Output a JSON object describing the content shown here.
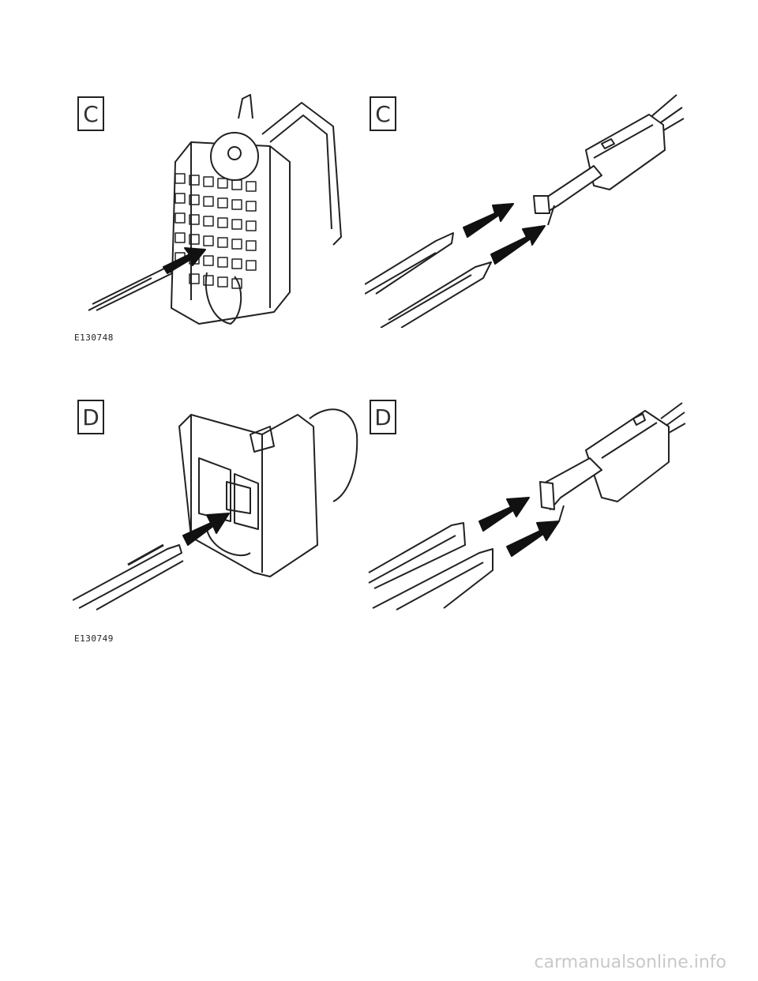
{
  "figures": [
    {
      "panels": [
        {
          "label": "C",
          "illustration": "multi-pin-connector-probe-icon"
        },
        {
          "label": "C",
          "illustration": "terminal-tool-insertion-icon"
        }
      ],
      "caption": "E130748"
    },
    {
      "panels": [
        {
          "label": "D",
          "illustration": "small-connector-probe-icon"
        },
        {
          "label": "D",
          "illustration": "terminal-tool-insertion-icon"
        }
      ],
      "caption": "E130749"
    }
  ],
  "watermark": "carmanualsonline.info",
  "colors": {
    "ink": "#222222",
    "arrow": "#111111",
    "watermark": "#c9c9c9",
    "background": "#ffffff"
  }
}
